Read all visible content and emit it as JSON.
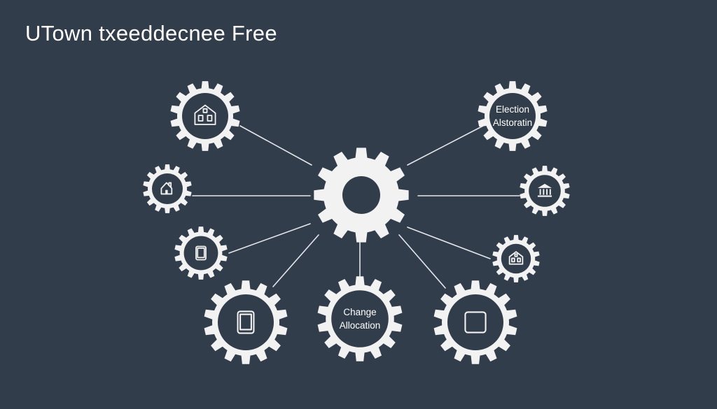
{
  "title": "UTown txeeddecnee Free",
  "colors": {
    "background": "#323d4b",
    "gear": "#f2f2f2",
    "gear_inner": "#323d4b",
    "line": "#e3e6ea",
    "text_on_dark": "#ffffff"
  },
  "diagram": {
    "center_node": {
      "icon": "gear-hub-icon"
    },
    "nodes": [
      {
        "id": "house",
        "icon": "house-icon",
        "label_lines": []
      },
      {
        "id": "election",
        "icon": "",
        "label_lines": [
          "Election",
          "Alstoratin"
        ]
      },
      {
        "id": "home-small",
        "icon": "home-icon",
        "label_lines": []
      },
      {
        "id": "bank",
        "icon": "bank-icon",
        "label_lines": []
      },
      {
        "id": "tablet-small",
        "icon": "tablet-icon",
        "label_lines": []
      },
      {
        "id": "house-small-right",
        "icon": "house-icon",
        "label_lines": []
      },
      {
        "id": "tablet-large",
        "icon": "tablet-icon",
        "label_lines": []
      },
      {
        "id": "change-allocation",
        "icon": "",
        "label_lines": [
          "Change",
          "Allocation"
        ]
      },
      {
        "id": "square",
        "icon": "square-icon",
        "label_lines": []
      }
    ]
  }
}
